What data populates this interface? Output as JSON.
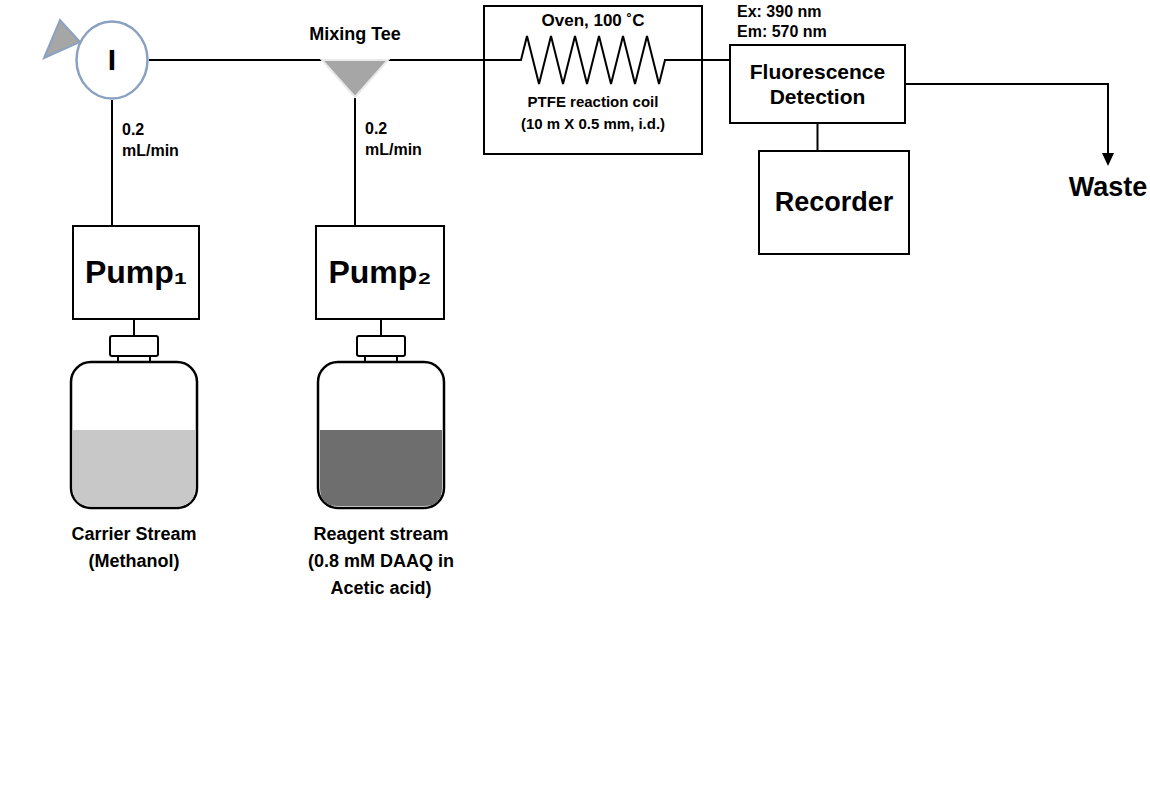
{
  "diagram": {
    "nodes": [
      {
        "text": [
          "I"
        ]
      },
      {
        "text": [
          "Mixing Tee"
        ]
      },
      {
        "text": [
          "Oven, 100 ˚C",
          "PTFE reaction coil",
          "(10 m X 0.5 mm, i.d.)"
        ]
      },
      {
        "text": [
          "Ex: 390 nm",
          "Em: 570 nm",
          "Fluorescence Detection"
        ]
      },
      {
        "text": [
          "Recorder"
        ]
      },
      {
        "text": [
          "Waste"
        ]
      },
      {
        "text": [
          "Pump₁"
        ]
      },
      {
        "text": [
          "Pump₂"
        ]
      },
      {
        "text": [
          "Carrier Stream (Methanol)"
        ]
      },
      {
        "text": [
          "Reagent stream (0.8 mM DAAQ in Acetic acid)"
        ]
      }
    ],
    "edges": [
      {
        "from": 6,
        "to": 0,
        "label": "0.2 mL/min",
        "arrow": "none"
      },
      {
        "from": 0,
        "to": 1,
        "arrow": "none"
      },
      {
        "from": 7,
        "to": 1,
        "label": "0.2 mL/min",
        "arrow": "none"
      },
      {
        "from": 1,
        "to": 2,
        "arrow": "none"
      },
      {
        "from": 2,
        "to": 3,
        "arrow": "none"
      },
      {
        "from": 3,
        "to": 4,
        "arrow": "none"
      },
      {
        "from": 3,
        "to": 5,
        "arrow": "to"
      },
      {
        "from": 8,
        "to": 6,
        "arrow": "none"
      },
      {
        "from": 9,
        "to": 7,
        "arrow": "none"
      }
    ]
  }
}
